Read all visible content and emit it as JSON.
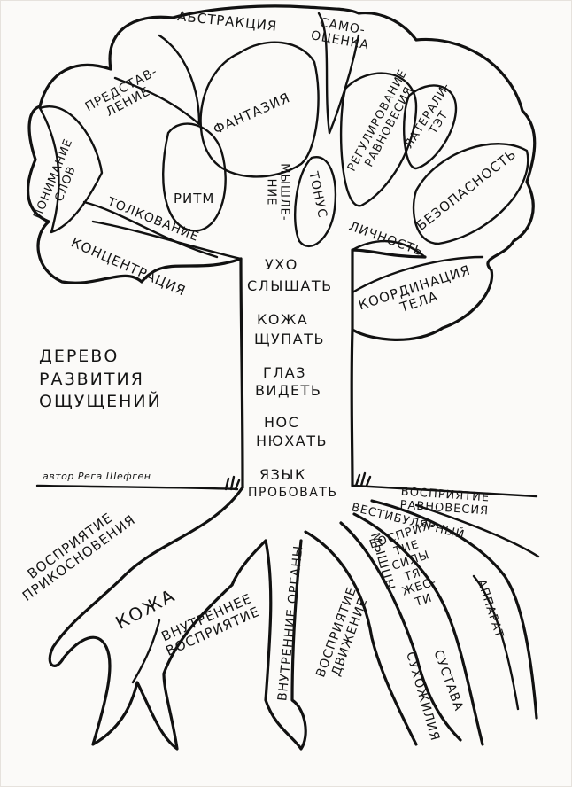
{
  "title": "ДЕРЕВО\nРАЗВИТИЯ\nОЩУЩЕНИЙ",
  "author": "автор Рега Шефген",
  "crown": {
    "abstraction": "АБСТРАКЦИЯ",
    "self_esteem": "САМО-\nОЦЕНКА",
    "representation": "ПРЕДСТАВ-\nЛЕНИЕ",
    "fantasy": "ФАНТАЗИЯ",
    "balance_regulation": "РЕГУЛИРОВАНИЕ\nРАВНОВЕСИЯ",
    "laterality": "ЛАТЕРАЛИ-\nТЭТ",
    "word_understanding": "ПОНИМАНИЕ\nСЛОВ",
    "rhythm": "РИТМ",
    "thinking": "МЫШЛЕ-\nНИЕ",
    "tone": "ТОНУС",
    "safety": "БЕЗОПАСНОСТЬ",
    "interpretation": "ТОЛКОВАНИЕ",
    "personality": "ЛИЧНОСТЬ",
    "concentration": "КОНЦЕНТРАЦИЯ",
    "body_coordination": "КООРДИНАЦИЯ\nТЕЛА"
  },
  "trunk": {
    "ear": "УХО",
    "hear": "СЛЫШАТЬ",
    "skin": "КОЖА",
    "touch": "ЩУПАТЬ",
    "eye": "ГЛАЗ",
    "see": "ВИДЕТЬ",
    "nose": "НОС",
    "smell": "НЮХАТЬ",
    "tongue": "ЯЗЫК",
    "taste": "ПРОБОВАТЬ"
  },
  "roots": {
    "touch_perception": "ВОСПРИЯТИЕ\nПРИКОСНОВЕНИЯ",
    "skin_root": "КОЖА",
    "inner_perception": "ВНУТРЕННЕЕ\nВОСПРИЯТИЕ",
    "inner_organs": "ВНУТРЕННИЕ ОРГАНЫ",
    "movement_perception": "ВОСПРИЯТИЕ\nДВИЖЕНИЕ",
    "muscles": "МЫШЦЫ",
    "gravity_perception": "ВОСПРИЯ-\nТИЕ\nСИЛЫ\nТЯ-\nЖЕС-\nТИ",
    "vestibular": "ВЕСТИБУЛЯРНЫЙ",
    "apparatus": "АППАРАТ",
    "balance_perception": "ВОСПРИЯТИЕ\nРАВНОВЕСИЯ",
    "joint": "СУСТАВА",
    "tendons": "СУХОЖИЛИЯ"
  }
}
